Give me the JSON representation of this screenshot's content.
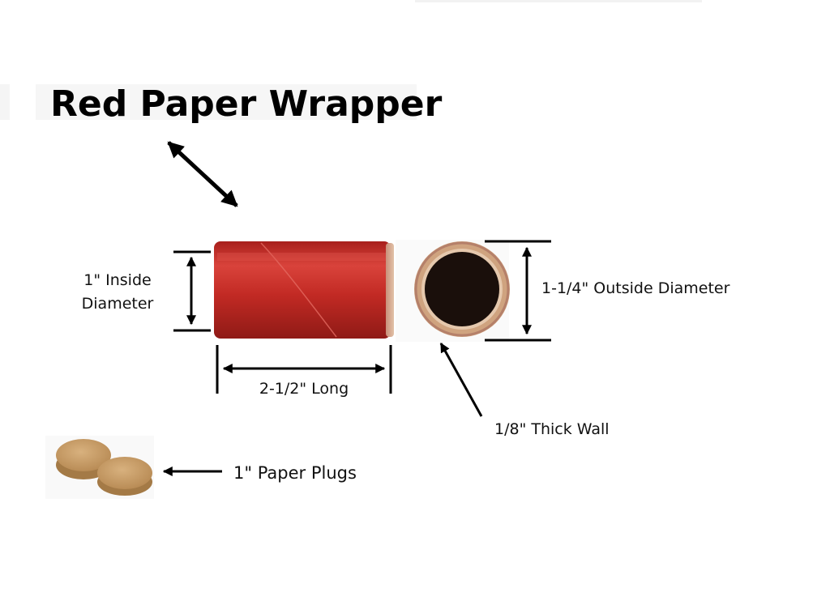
{
  "title": "Red Paper Wrapper",
  "labels": {
    "inside_diameter_line1": "1\" Inside",
    "inside_diameter_line2": "Diameter",
    "length": "2-1/2\" Long",
    "outside_diameter": "1-1/4\" Outside Diameter",
    "wall": "1/8\" Thick Wall",
    "plugs": "1\" Paper Plugs"
  },
  "colors": {
    "tube_red": "#c22a24",
    "tube_red_dark": "#961c18",
    "tube_red_light": "#d9433b",
    "cardboard": "#cfa37f",
    "cardboard_dark": "#a9795a",
    "tube_interior": "#1a0f0b",
    "plug": "#c9a06a",
    "plug_dark": "#a47a46",
    "ink": "#000000"
  },
  "icons": {
    "arrow": "double-headed-arrow",
    "pointer": "single-headed-arrow"
  }
}
